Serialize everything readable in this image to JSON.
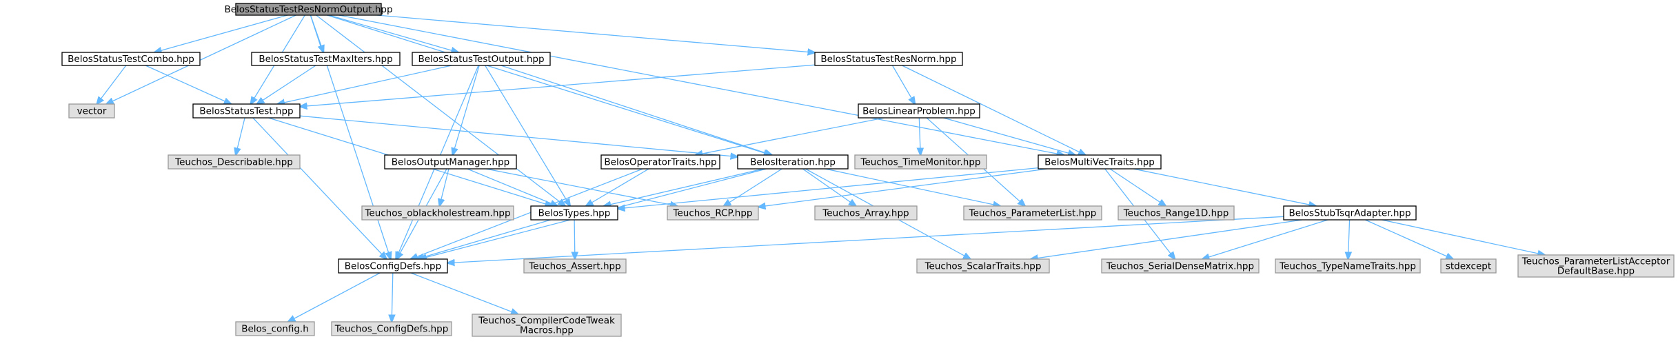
{
  "colors": {
    "root_fill": "#999999",
    "documented_fill": "#ffffff",
    "external_fill": "#e0e0e0",
    "node_border": "#000000",
    "external_border": "#999999",
    "edge": "#63b8ff",
    "text": "#000000"
  },
  "nodes": {
    "root": {
      "label": "BelosStatusTestResNormOutput.hpp",
      "kind": "root"
    },
    "combo": {
      "label": "BelosStatusTestCombo.hpp",
      "kind": "documented"
    },
    "maxiters": {
      "label": "BelosStatusTestMaxIters.hpp",
      "kind": "documented"
    },
    "output": {
      "label": "BelosStatusTestOutput.hpp",
      "kind": "documented"
    },
    "resnorm": {
      "label": "BelosStatusTestResNorm.hpp",
      "kind": "documented"
    },
    "vector": {
      "label": "vector",
      "kind": "external"
    },
    "statustest": {
      "label": "BelosStatusTest.hpp",
      "kind": "documented"
    },
    "linearproblem": {
      "label": "BelosLinearProblem.hpp",
      "kind": "documented"
    },
    "describable": {
      "label": "Teuchos_Describable.hpp",
      "kind": "external"
    },
    "outputmanager": {
      "label": "BelosOutputManager.hpp",
      "kind": "documented"
    },
    "operatortraits": {
      "label": "BelosOperatorTraits.hpp",
      "kind": "documented"
    },
    "iteration": {
      "label": "BelosIteration.hpp",
      "kind": "documented"
    },
    "timemonitor": {
      "label": "Teuchos_TimeMonitor.hpp",
      "kind": "external"
    },
    "multivectraits": {
      "label": "BelosMultiVecTraits.hpp",
      "kind": "documented"
    },
    "blackhole": {
      "label": "Teuchos_oblackholestream.hpp",
      "kind": "external"
    },
    "types": {
      "label": "BelosTypes.hpp",
      "kind": "documented"
    },
    "rcp": {
      "label": "Teuchos_RCP.hpp",
      "kind": "external"
    },
    "array": {
      "label": "Teuchos_Array.hpp",
      "kind": "external"
    },
    "paramlist": {
      "label": "Teuchos_ParameterList.hpp",
      "kind": "external"
    },
    "range1d": {
      "label": "Teuchos_Range1D.hpp",
      "kind": "external"
    },
    "tsqr": {
      "label": "BelosStubTsqrAdapter.hpp",
      "kind": "documented"
    },
    "configdefs": {
      "label": "BelosConfigDefs.hpp",
      "kind": "documented"
    },
    "assert": {
      "label": "Teuchos_Assert.hpp",
      "kind": "external"
    },
    "scalartraits": {
      "label": "Teuchos_ScalarTraits.hpp",
      "kind": "external"
    },
    "serialdense": {
      "label": "Teuchos_SerialDenseMatrix.hpp",
      "kind": "external"
    },
    "typename": {
      "label": "Teuchos_TypeNameTraits.hpp",
      "kind": "external"
    },
    "stdexcept": {
      "label": "stdexcept",
      "kind": "external"
    },
    "placcept": {
      "label": "Teuchos_ParameterListAcceptor\nDefaultBase.hpp",
      "kind": "external"
    },
    "belosconfig": {
      "label": "Belos_config.h",
      "kind": "external"
    },
    "tconfigdefs": {
      "label": "Teuchos_ConfigDefs.hpp",
      "kind": "external"
    },
    "compilertweak": {
      "label": "Teuchos_CompilerCodeTweak\nMacros.hpp",
      "kind": "external"
    }
  },
  "edges": [
    [
      "root",
      "combo"
    ],
    [
      "root",
      "maxiters"
    ],
    [
      "root",
      "output"
    ],
    [
      "root",
      "resnorm"
    ],
    [
      "root",
      "vector"
    ],
    [
      "root",
      "statustest"
    ],
    [
      "root",
      "configdefs"
    ],
    [
      "root",
      "types"
    ],
    [
      "root",
      "iteration"
    ],
    [
      "root",
      "multivectraits"
    ],
    [
      "combo",
      "vector"
    ],
    [
      "combo",
      "statustest"
    ],
    [
      "maxiters",
      "statustest"
    ],
    [
      "output",
      "statustest"
    ],
    [
      "output",
      "outputmanager"
    ],
    [
      "output",
      "types"
    ],
    [
      "output",
      "configdefs"
    ],
    [
      "output",
      "iteration"
    ],
    [
      "resnorm",
      "statustest"
    ],
    [
      "resnorm",
      "linearproblem"
    ],
    [
      "resnorm",
      "multivectraits"
    ],
    [
      "statustest",
      "describable"
    ],
    [
      "statustest",
      "types"
    ],
    [
      "statustest",
      "configdefs"
    ],
    [
      "statustest",
      "iteration"
    ],
    [
      "linearproblem",
      "timemonitor"
    ],
    [
      "linearproblem",
      "paramlist"
    ],
    [
      "linearproblem",
      "multivectraits"
    ],
    [
      "linearproblem",
      "operatortraits"
    ],
    [
      "outputmanager",
      "blackhole"
    ],
    [
      "outputmanager",
      "types"
    ],
    [
      "outputmanager",
      "rcp"
    ],
    [
      "outputmanager",
      "configdefs"
    ],
    [
      "operatortraits",
      "types"
    ],
    [
      "operatortraits",
      "configdefs"
    ],
    [
      "iteration",
      "types"
    ],
    [
      "iteration",
      "rcp"
    ],
    [
      "iteration",
      "array"
    ],
    [
      "iteration",
      "paramlist"
    ],
    [
      "iteration",
      "scalartraits"
    ],
    [
      "iteration",
      "configdefs"
    ],
    [
      "multivectraits",
      "types"
    ],
    [
      "multivectraits",
      "rcp"
    ],
    [
      "multivectraits",
      "range1d"
    ],
    [
      "multivectraits",
      "tsqr"
    ],
    [
      "multivectraits",
      "serialdense"
    ],
    [
      "types",
      "configdefs"
    ],
    [
      "types",
      "assert"
    ],
    [
      "tsqr",
      "configdefs"
    ],
    [
      "tsqr",
      "scalartraits"
    ],
    [
      "tsqr",
      "serialdense"
    ],
    [
      "tsqr",
      "typename"
    ],
    [
      "tsqr",
      "stdexcept"
    ],
    [
      "tsqr",
      "placcept"
    ],
    [
      "configdefs",
      "belosconfig"
    ],
    [
      "configdefs",
      "tconfigdefs"
    ],
    [
      "configdefs",
      "compilertweak"
    ]
  ]
}
